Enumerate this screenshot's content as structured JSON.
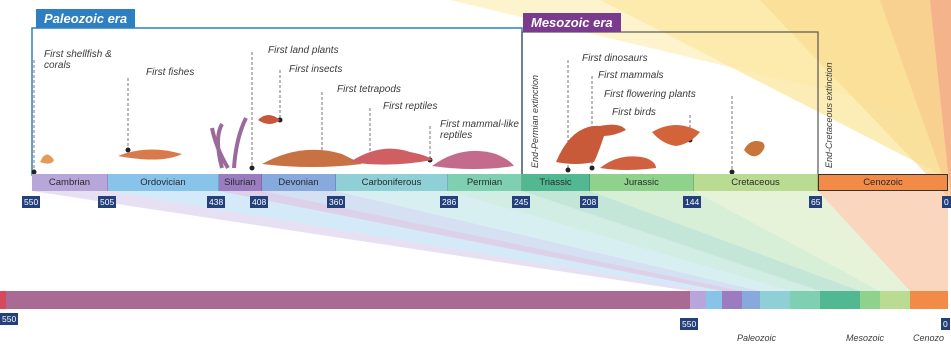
{
  "eras": [
    {
      "label": "Paleozoic era",
      "color": "#2e7fc1"
    },
    {
      "label": "Mesozoic era",
      "color": "#7a3b8e"
    }
  ],
  "periods": [
    {
      "name": "Cambrian",
      "color": "#b7a6d9"
    },
    {
      "name": "Ordovician",
      "color": "#88c4ea"
    },
    {
      "name": "Silurian",
      "color": "#9c7cc0"
    },
    {
      "name": "Devonian",
      "color": "#87a9dd"
    },
    {
      "name": "Carboniferous",
      "color": "#8fd0d6"
    },
    {
      "name": "Permian",
      "color": "#7fcfb2"
    },
    {
      "name": "Triassic",
      "color": "#52b891"
    },
    {
      "name": "Jurassic",
      "color": "#8ed28c"
    },
    {
      "name": "Cretaceous",
      "color": "#b9dc92"
    },
    {
      "name": "Cenozoic",
      "color": "#f28a48"
    }
  ],
  "ticks": [
    "550",
    "505",
    "438",
    "408",
    "360",
    "286",
    "245",
    "208",
    "144",
    "65",
    "0"
  ],
  "events": [
    "First shellfish & corals",
    "First fishes",
    "First land plants",
    "First insects",
    "First tetrapods",
    "First reptiles",
    "First mammal-like reptiles",
    "First dinosaurs",
    "First mammals",
    "First flowering plants",
    "First birds"
  ],
  "extinctions": [
    "End-Permian extinction",
    "End-Cretaceous extinction"
  ],
  "bottom": {
    "left_tick": "550",
    "mid_tick": "550",
    "right_tick": "0",
    "labels": [
      "Paleozoic",
      "Mesozoic",
      "Cenozo"
    ]
  }
}
